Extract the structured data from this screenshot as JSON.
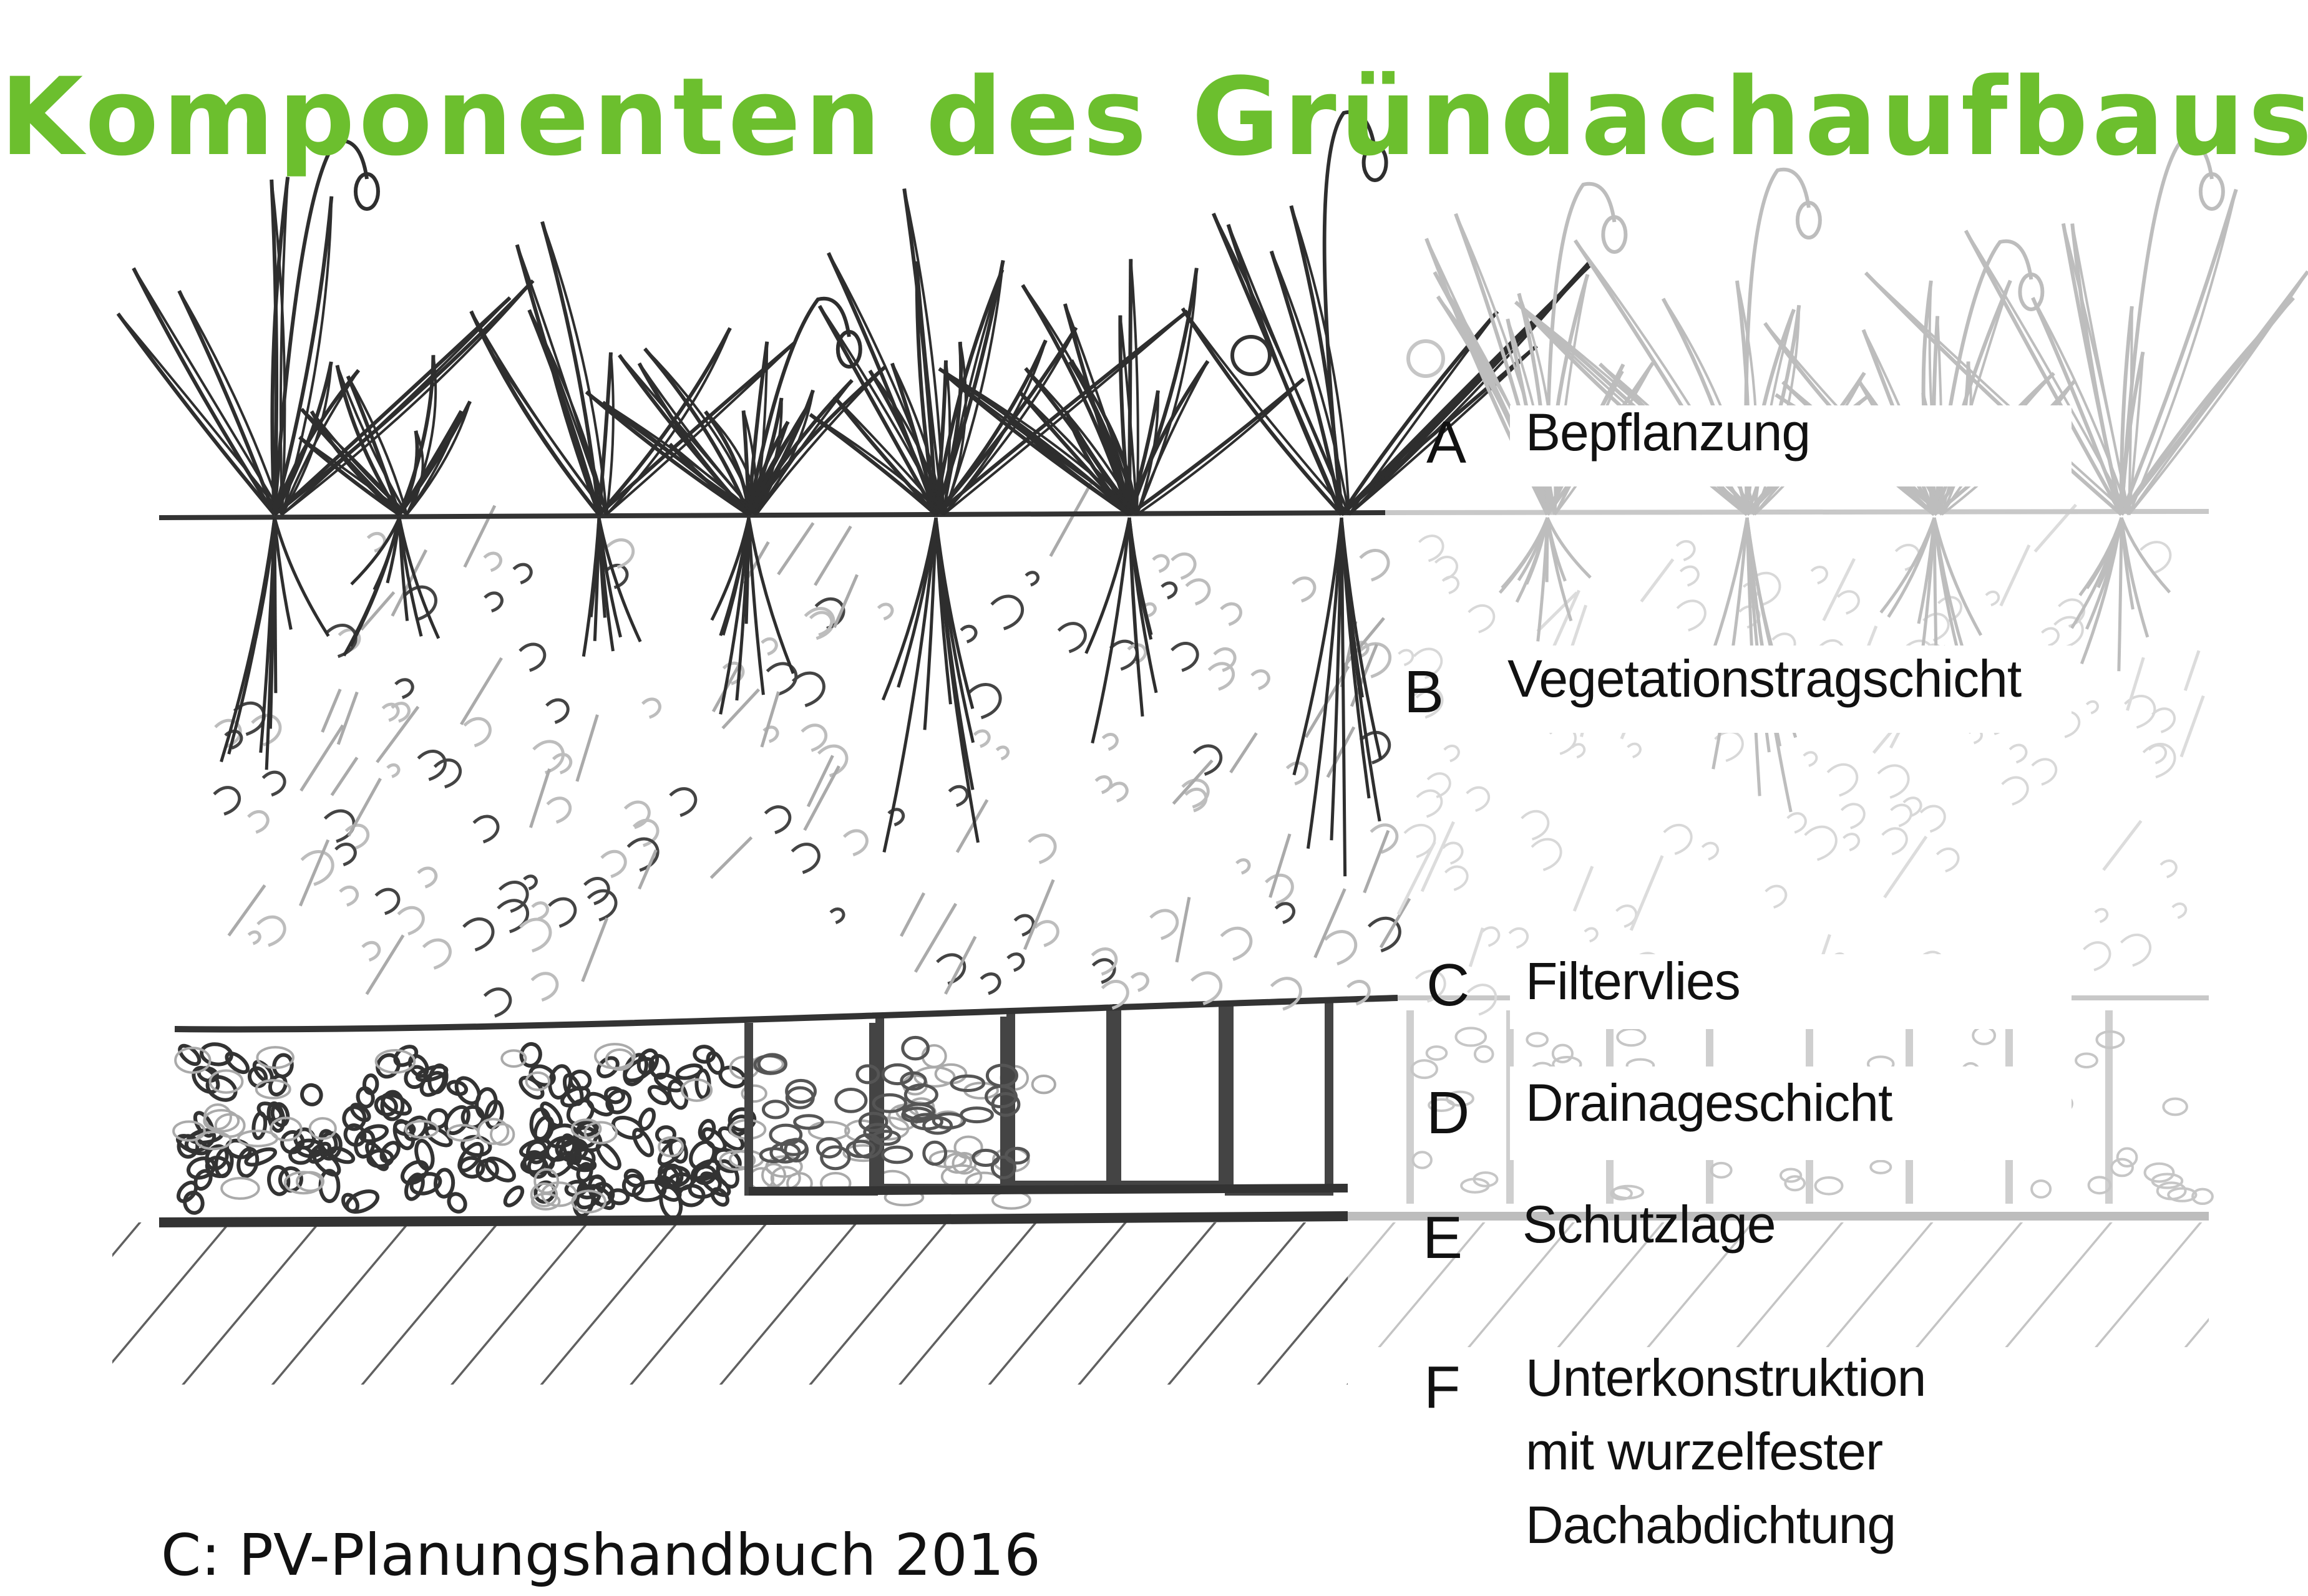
{
  "title": "Komponenten des Gründachaufbaus",
  "credit": "C: PV-Planungshandbuch 2016",
  "accent_color": "#6cbf2e",
  "layers": [
    {
      "letter": "A",
      "label": "Bepflanzung"
    },
    {
      "letter": "B",
      "label": "Vegetationstragschicht"
    },
    {
      "letter": "C",
      "label": "Filtervlies"
    },
    {
      "letter": "D",
      "label": "Drainageschicht"
    },
    {
      "letter": "E",
      "label": "Schutzlage"
    },
    {
      "letter": "F",
      "label_lines": [
        "Unterkonstruktion",
        "mit wurzelfester",
        "Dachabdichtung"
      ]
    }
  ]
}
